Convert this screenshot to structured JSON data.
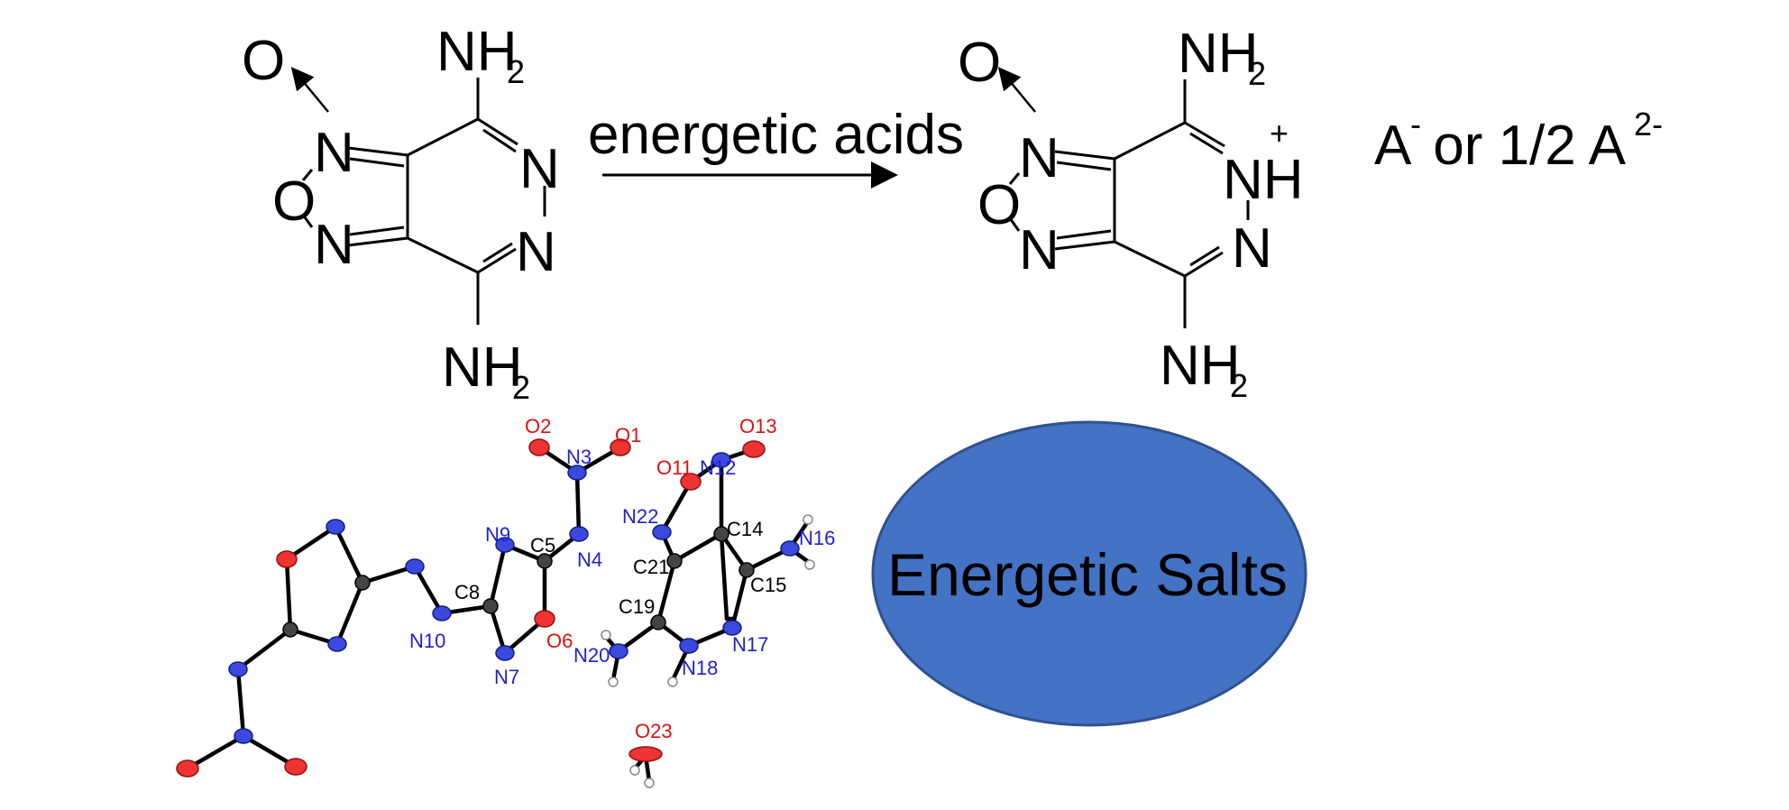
{
  "reactant": {
    "atoms": {
      "O_top": "O",
      "N_upper_ring": "N",
      "O_ring": "O",
      "N_lower_ring": "N",
      "N_right_upper": "N",
      "N_right_lower": "N",
      "NH2_top": "NH",
      "NH2_top_sub": "2",
      "NH2_bottom": "NH",
      "NH2_bottom_sub": "2"
    }
  },
  "reaction_arrow_label": "energetic acids",
  "product": {
    "atoms": {
      "O_top": "O",
      "N_upper_ring": "N",
      "O_ring": "O",
      "N_lower_ring": "N",
      "NH_plus": "NH",
      "charge": "+",
      "N_right_lower": "N",
      "NH2_top": "NH",
      "NH2_top_sub": "2",
      "NH2_bottom": "NH",
      "NH2_bottom_sub": "2"
    }
  },
  "anion": {
    "a1": "A",
    "a1_sup": "-",
    "middle": " or 1/2 A",
    "a2_sup": "2-"
  },
  "crystal_structure": {
    "labels": {
      "O2": "O2",
      "O1": "O1",
      "N3": "N3",
      "N4": "N4",
      "C5": "C5",
      "N9": "N9",
      "C8": "C8",
      "N10": "N10",
      "N7": "N7",
      "O6": "O6",
      "O11": "O11",
      "N12": "N12",
      "O13": "O13",
      "N22": "N22",
      "C14": "C14",
      "C21": "C21",
      "N16": "N16",
      "C15": "C15",
      "C19": "C19",
      "N17": "N17",
      "N18": "N18",
      "N20": "N20",
      "O23": "O23"
    },
    "colors": {
      "nitrogen": "#1f1fd0",
      "oxygen": "#dd1111",
      "carbon": "#000000"
    }
  },
  "salt_label": "Energetic Salts",
  "colors": {
    "ellipse_fill": "#4472c4",
    "ellipse_stroke": "#2f528f"
  }
}
